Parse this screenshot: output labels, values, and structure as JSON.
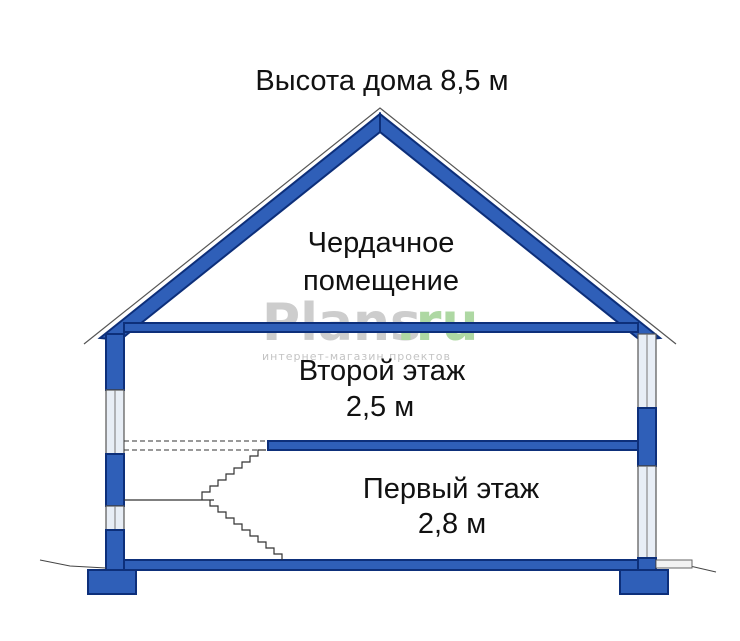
{
  "title": "Высота дома 8,5 м",
  "attic": {
    "line1": "Чердачное",
    "line2": "помещение"
  },
  "second_floor": {
    "name": "Второй этаж",
    "height": "2,5 м"
  },
  "first_floor": {
    "name": "Первый этаж",
    "height": "2,8 м"
  },
  "watermark": {
    "brand": "Plans",
    "domain": ".ru",
    "tagline": "интернет-магазин проектов"
  },
  "colors": {
    "structure": "#2f5fb8",
    "outline": "#0d2f7a",
    "text": "#111111",
    "window": "#e8eef6",
    "watermark_gray": "#c8c8c8",
    "watermark_green": "#a6d49a"
  }
}
